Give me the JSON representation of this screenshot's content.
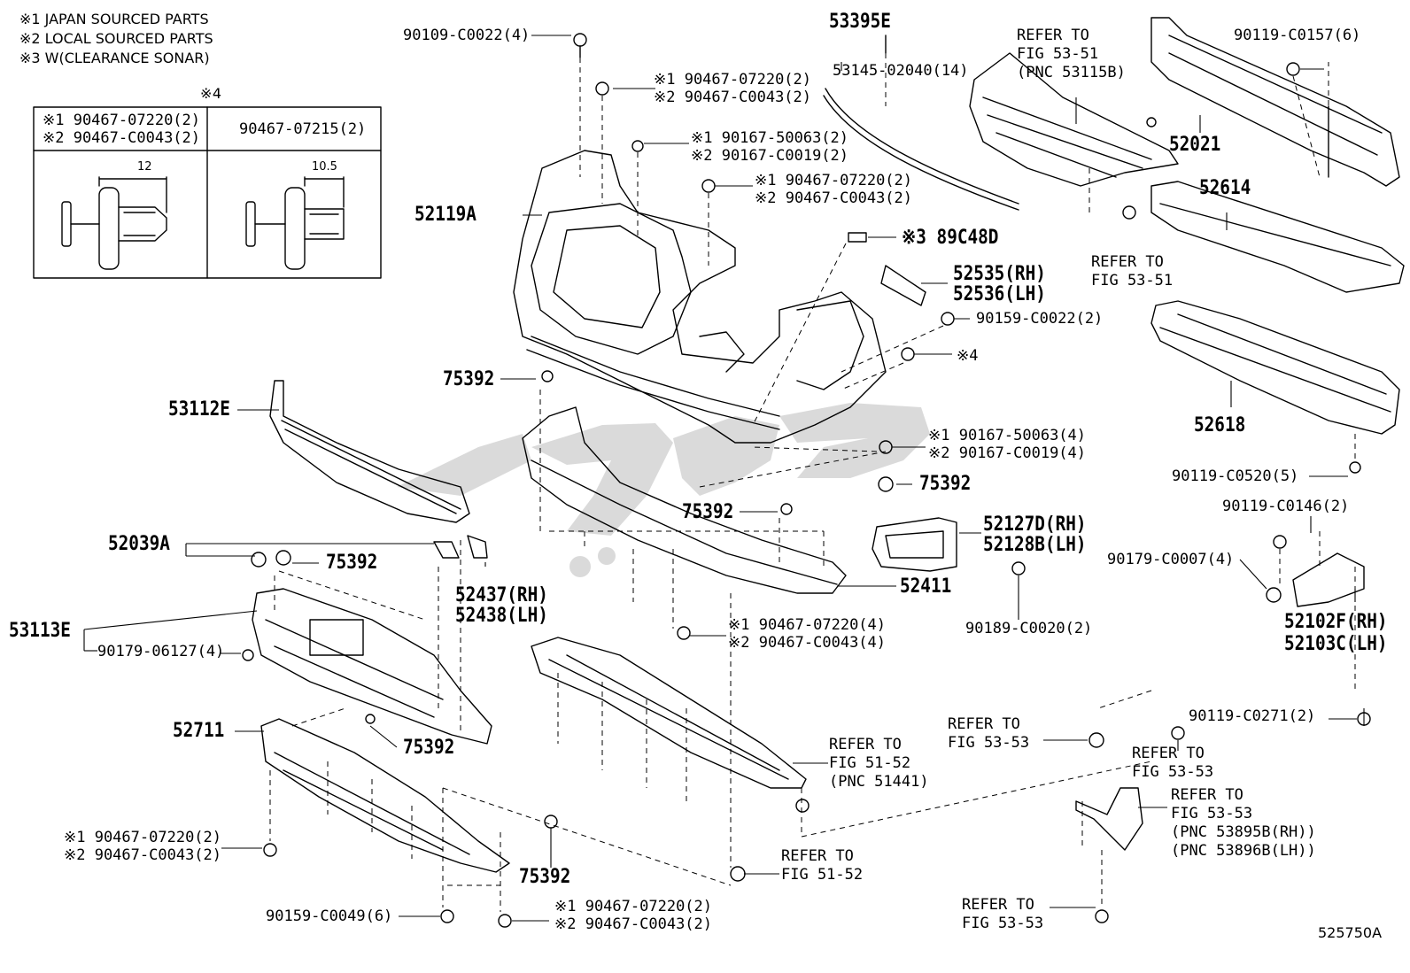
{
  "legend": {
    "note1": "※1 JAPAN SOURCED PARTS",
    "note2": "※2 LOCAL SOURCED PARTS",
    "note3": "※3 W(CLEARANCE SONAR)"
  },
  "inset": {
    "mark": "※4",
    "left_line1": "※1 90467-07220(2)",
    "left_line2": "※2 90467-C0043(2)",
    "right_line": "90467-07215(2)",
    "dim_left": "12",
    "dim_right": "10.5"
  },
  "callouts": {
    "c90109": "90109-C0022(4)",
    "c53395E": "53395E",
    "c53145": "53145-02040(14)",
    "ref5351": "REFER TO\nFIG 53-51\n(PNC 53115B)",
    "c90119_0157": "90119-C0157(6)",
    "a1_1": "※1 90467-07220(2)",
    "a1_2": "※2 90467-C0043(2)",
    "a2_1": "※1 90167-50063(2)",
    "a2_2": "※2 90167-C0019(2)",
    "a3_1": "※1 90467-07220(2)",
    "a3_2": "※2 90467-C0043(2)",
    "c52021": "52021",
    "c52119A": "52119A",
    "c52614": "52614",
    "ref5351b": "REFER TO\nFIG 53-51",
    "c89C48D": "※3 89C48D",
    "c52535": "52535(RH)",
    "c52536": "52536(LH)",
    "c90159_0022": "90159-C0022(2)",
    "c4mark": "※4",
    "c75392a": "75392",
    "c53112E": "53112E",
    "b1_1": "※1 90167-50063(4)",
    "b1_2": "※2 90167-C0019(4)",
    "c52618": "52618",
    "c75392b": "75392",
    "c90119_0520": "90119-C0520(5)",
    "c75392c": "75392",
    "c52127D": "52127D(RH)",
    "c52128B": "52128B(LH)",
    "c90119_0146": "90119-C0146(2)",
    "c52039A": "52039A",
    "c75392d": "75392",
    "c90179_0007": "90179-C0007(4)",
    "c52411": "52411",
    "c52437": "52437(RH)",
    "c52438": "52438(LH)",
    "c52102F": "52102F(RH)",
    "c52103C": "52103C(LH)",
    "c53113E": "53113E",
    "c90179_06127": "90179-06127(4)",
    "d1_1": "※1 90467-07220(4)",
    "d1_2": "※2 90467-C0043(4)",
    "c90189": "90189-C0020(2)",
    "c90119_0271": "90119-C0271(2)",
    "c52711": "52711",
    "c75392e": "75392",
    "ref5152": "REFER TO\nFIG 51-52\n(PNC 51441)",
    "ref5353a": "REFER TO\nFIG 53-53",
    "ref5353b": "REFER TO\nFIG 53-53",
    "ref5353c": "REFER TO\nFIG 53-53\n(PNC 53895B(RH))\n(PNC 53896B(LH))",
    "e1_1": "※1 90467-07220(2)",
    "e1_2": "※2 90467-C0043(2)",
    "c75392f": "75392",
    "ref5152b": "REFER TO\nFIG 51-52",
    "c90159_0049": "90159-C0049(6)",
    "f1_1": "※1 90467-07220(2)",
    "f1_2": "※2 90467-C0043(2)",
    "ref5353d": "REFER TO\nFIG 53-53",
    "figcode": "525750A"
  },
  "colors": {
    "line": "#000000",
    "watermark": "#d4d4d4",
    "background": "#ffffff"
  }
}
